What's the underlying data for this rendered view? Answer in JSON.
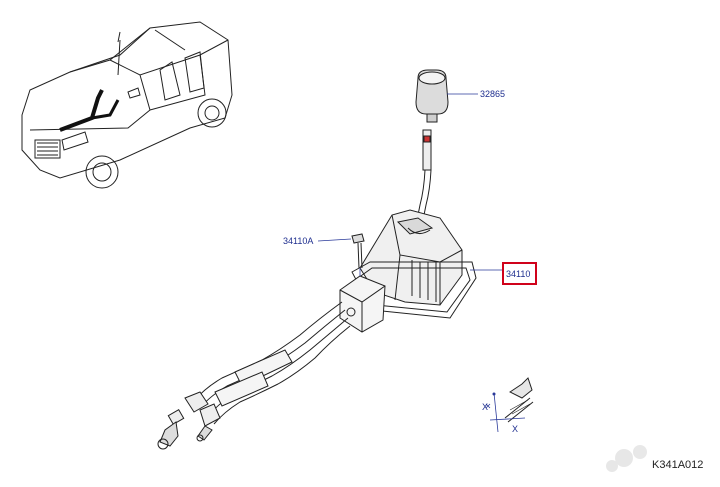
{
  "diagram": {
    "callouts": [
      {
        "id": "knob",
        "label": "32865"
      },
      {
        "id": "bolt",
        "label": "34110A"
      },
      {
        "id": "shifter",
        "label": "34110",
        "highlighted": true
      }
    ],
    "reference_code": "K341A012",
    "axis_marks": [
      "X",
      "X"
    ],
    "colors": {
      "line": "#222222",
      "label": "#1f2f8f",
      "highlight": "#d0021b",
      "watermark": "#cfcfcf"
    }
  }
}
